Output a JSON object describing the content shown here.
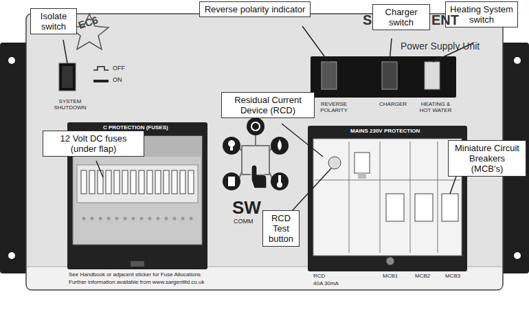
{
  "diagram": {
    "nodes": [
      {
        "text": [
          "Isolate switch"
        ]
      },
      {
        "text": [
          "Reverse polarity indicator"
        ]
      },
      {
        "text": [
          "Charger switch"
        ]
      },
      {
        "text": [
          "Heating System switch"
        ]
      },
      {
        "text": [
          "12 Volt DC fuses (under flap)"
        ]
      },
      {
        "text": [
          "Residual Current Device (RCD)"
        ]
      },
      {
        "text": [
          "Miniature Circuit Breakers (MCB's)"
        ]
      },
      {
        "text": [
          "RCD Test button"
        ]
      }
    ],
    "labels": [
      "EC6",
      "OFF",
      "ON",
      "SYSTEM SHUTDOWN",
      "S",
      "ENT",
      "Power Supply Unit",
      "REVERSE POLARITY",
      "CHARGER",
      "HEATING & HOT WATER",
      "C PROTECTION (FUSES)",
      "MAINS 230V PROTECTION",
      "SW",
      "COMM",
      "See Handbook or adjacent sticker for Fuse Allocations",
      "Further information available from www.sargentltd.co.uk",
      "RCD",
      "40A 30mA",
      "MCB1",
      "MCB2",
      "MCB3"
    ]
  }
}
